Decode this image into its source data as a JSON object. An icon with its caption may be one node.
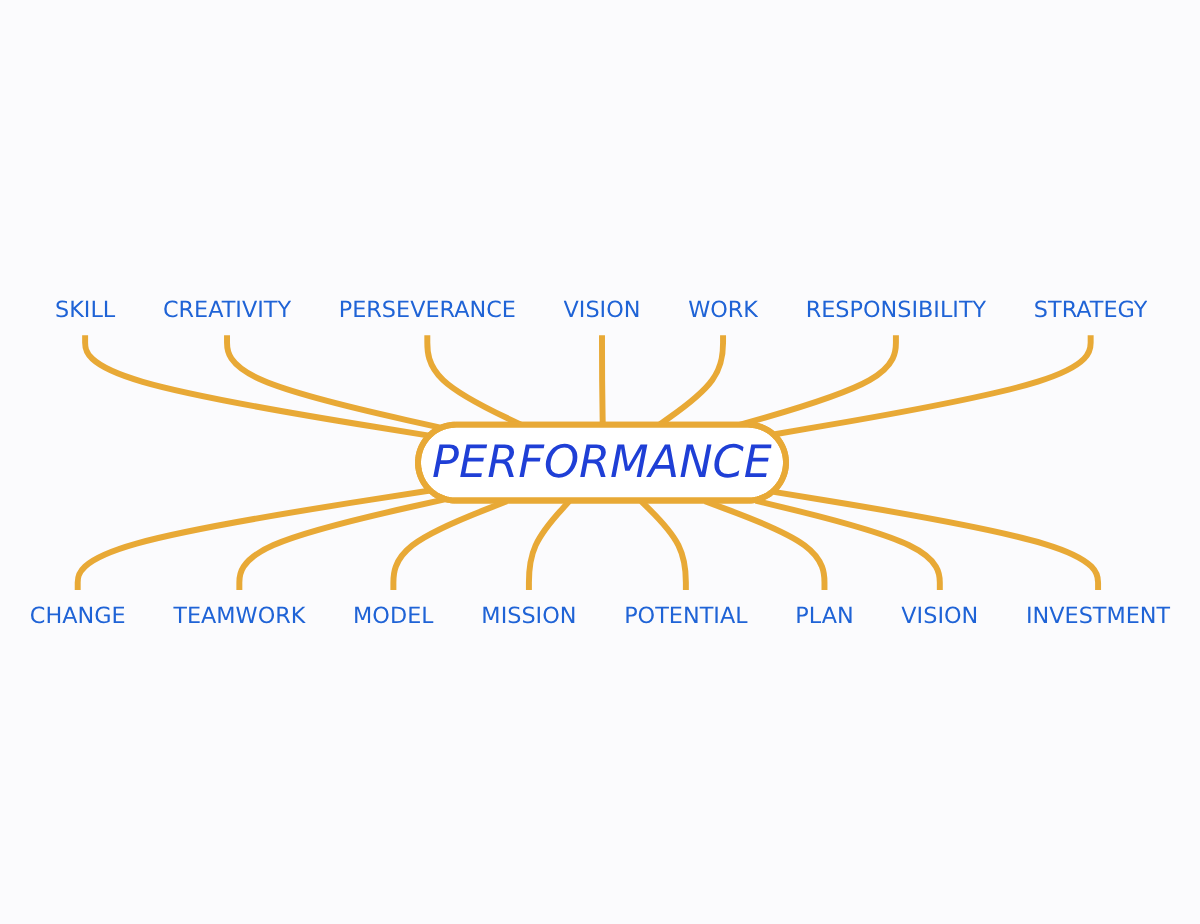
{
  "diagram": {
    "nodes": [
      {
        "text": [
          "SKILL"
        ]
      },
      {
        "text": [
          "CREATIVITY"
        ]
      },
      {
        "text": [
          "PERSEVERANCE"
        ]
      },
      {
        "text": [
          "VISION"
        ]
      },
      {
        "text": [
          "WORK"
        ]
      },
      {
        "text": [
          "RESPONSIBILITY"
        ]
      },
      {
        "text": [
          "STRATEGY"
        ]
      },
      {
        "text": [
          "PERFORMANCE"
        ]
      },
      {
        "text": [
          "CHANGE"
        ]
      },
      {
        "text": [
          "TEAMWORK"
        ]
      },
      {
        "text": [
          "MODEL"
        ]
      },
      {
        "text": [
          "MISSION"
        ]
      },
      {
        "text": [
          "POTENTIAL"
        ]
      },
      {
        "text": [
          "PLAN"
        ]
      },
      {
        "text": [
          "VISION"
        ]
      },
      {
        "text": [
          "INVESTMENT"
        ]
      }
    ],
    "edges": [
      {
        "from": 0,
        "to": 7,
        "arrow": "none"
      },
      {
        "from": 1,
        "to": 7,
        "arrow": "none"
      },
      {
        "from": 2,
        "to": 7,
        "arrow": "none"
      },
      {
        "from": 3,
        "to": 7,
        "arrow": "none"
      },
      {
        "from": 4,
        "to": 7,
        "arrow": "none"
      },
      {
        "from": 5,
        "to": 7,
        "arrow": "none"
      },
      {
        "from": 6,
        "to": 7,
        "arrow": "none"
      },
      {
        "from": 7,
        "to": 8,
        "arrow": "none"
      },
      {
        "from": 7,
        "to": 9,
        "arrow": "none"
      },
      {
        "from": 7,
        "to": 10,
        "arrow": "none"
      },
      {
        "from": 7,
        "to": 11,
        "arrow": "none"
      },
      {
        "from": 7,
        "to": 12,
        "arrow": "none"
      },
      {
        "from": 7,
        "to": 13,
        "arrow": "none"
      },
      {
        "from": 7,
        "to": 14,
        "arrow": "none"
      },
      {
        "from": 7,
        "to": 15,
        "arrow": "none"
      }
    ]
  }
}
